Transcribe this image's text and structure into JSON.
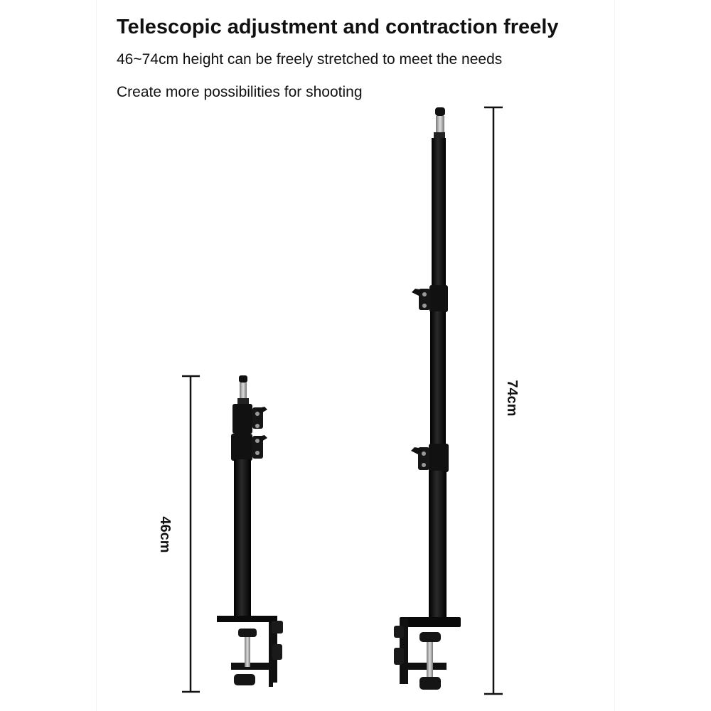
{
  "heading": {
    "title": "Telescopic adjustment and contraction freely",
    "line1": "46~74cm height can be freely stretched to meet the needs",
    "line2": "Create more possibilities for shooting"
  },
  "measurements": {
    "short": "46cm",
    "tall": "74cm"
  },
  "colors": {
    "background": "#ffffff",
    "stand": "#0d0d0d",
    "text": "#111111"
  }
}
